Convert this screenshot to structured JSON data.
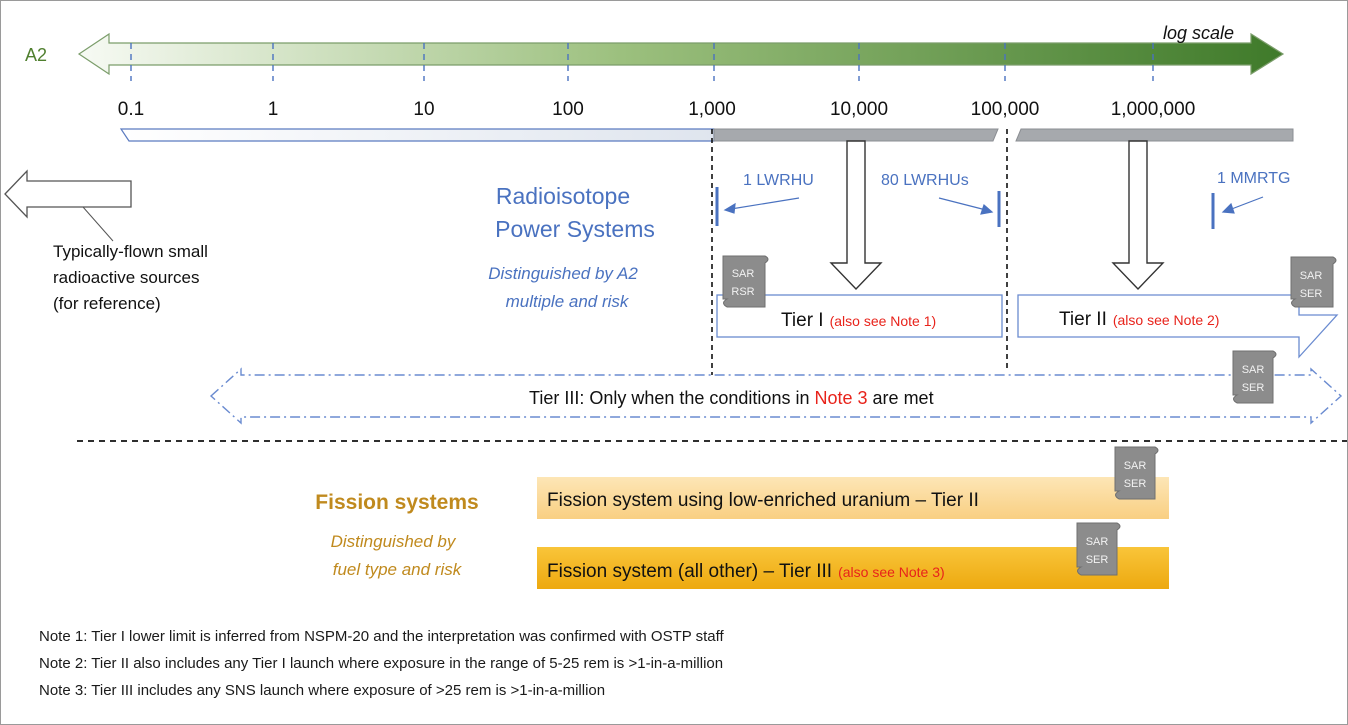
{
  "axis": {
    "label": "A2",
    "scale_label": "log scale",
    "ticks": [
      "0.1",
      "1",
      "10",
      "100",
      "1,000",
      "10,000",
      "100,000",
      "1,000,000"
    ]
  },
  "rps": {
    "title_line1": "Radioisotope",
    "title_line2": "Power Systems",
    "subtitle_line1": "Distinguished by A2",
    "subtitle_line2": "multiple and risk",
    "marker_1": "1 LWRHU",
    "marker_2": "80 LWRHUs",
    "marker_3": "1 MMRTG"
  },
  "reference": {
    "line1": "Typically-flown small",
    "line2": "radioactive sources",
    "line3": "(for reference)"
  },
  "tiers": {
    "tier1_label": "Tier I",
    "tier1_note": "(also see Note 1)",
    "tier2_label": "Tier II",
    "tier2_note": "(also see Note 2)",
    "tier3_prefix": "Tier III: Only when the conditions in",
    "tier3_note": "Note 3",
    "tier3_suffix": "are met"
  },
  "badges": {
    "sar": "SAR",
    "rsr": "RSR",
    "ser": "SER"
  },
  "fission": {
    "title": "Fission systems",
    "subtitle_line1": "Distinguished by",
    "subtitle_line2": "fuel type and risk",
    "bar1_text": "Fission system using low-enriched uranium – Tier II",
    "bar2_text": "Fission system (all other) – Tier III",
    "bar2_note": "(also see Note 3)"
  },
  "notes": [
    "Note 1: Tier I lower limit is inferred from NSPM-20 and the interpretation was confirmed with OSTP staff",
    "Note 2: Tier II also includes any Tier I launch where exposure in the range of 5-25 rem is >1-in-a-million",
    "Note 3: Tier III includes any SNS launch where exposure of >25 rem is >1-in-a-million"
  ],
  "colors": {
    "axis_green": "#4f7f2e",
    "rps_blue": "#4a72c0",
    "note_red": "#e8231b",
    "fission_gold": "#c08a1e",
    "bar_light": "#fbd898",
    "bar_dark": "#f3b71e",
    "badge_gray": "#8c8c8c"
  }
}
